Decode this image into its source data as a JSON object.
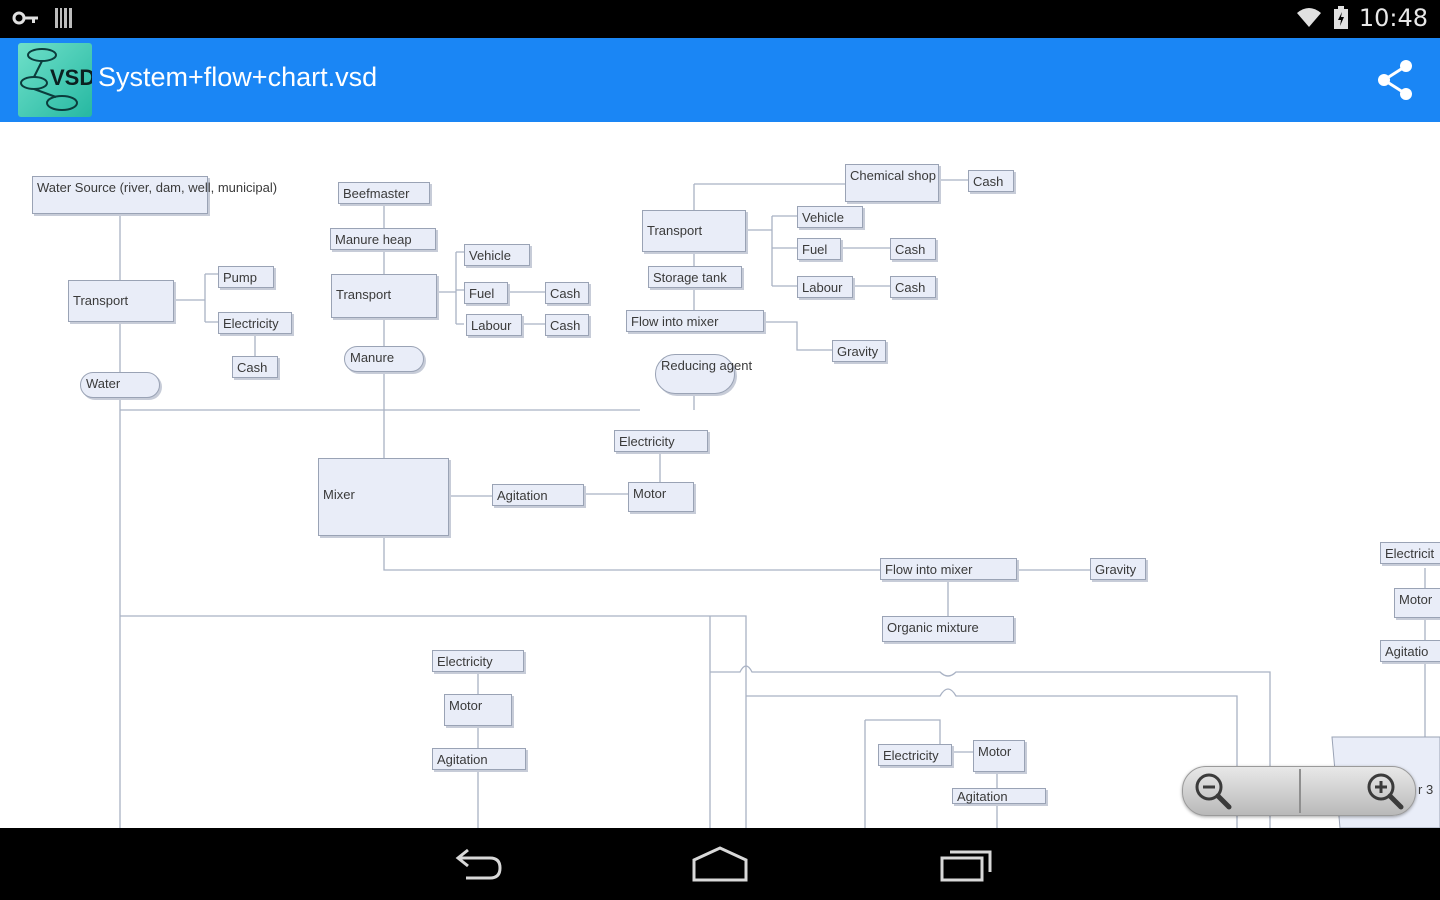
{
  "status_bar": {
    "time": "10:48",
    "icons": [
      "key-icon",
      "barcode-icon",
      "wifi-icon",
      "battery-icon"
    ]
  },
  "action_bar": {
    "logo_text": "VSD",
    "title": "System+flow+chart.vsd",
    "share_icon": "share-icon",
    "color": "#1a86f5"
  },
  "diagram": {
    "nodes": [
      {
        "id": "water-source",
        "label": "Water Source (river, dam, well, municipal)"
      },
      {
        "id": "transport-1",
        "label": "Transport"
      },
      {
        "id": "pump",
        "label": "Pump"
      },
      {
        "id": "electricity-1",
        "label": "Electricity"
      },
      {
        "id": "cash-1",
        "label": "Cash"
      },
      {
        "id": "water",
        "label": "Water"
      },
      {
        "id": "beefmaster",
        "label": "Beefmaster"
      },
      {
        "id": "manure-heap",
        "label": "Manure heap"
      },
      {
        "id": "transport-2",
        "label": "Transport"
      },
      {
        "id": "vehicle-1",
        "label": "Vehicle"
      },
      {
        "id": "fuel-1",
        "label": "Fuel"
      },
      {
        "id": "cash-2",
        "label": "Cash"
      },
      {
        "id": "labour-1",
        "label": "Labour"
      },
      {
        "id": "cash-3",
        "label": "Cash"
      },
      {
        "id": "manure",
        "label": "Manure"
      },
      {
        "id": "chemical-shop",
        "label": "Chemical shop"
      },
      {
        "id": "cash-4",
        "label": "Cash"
      },
      {
        "id": "transport-3",
        "label": "Transport"
      },
      {
        "id": "vehicle-2",
        "label": "Vehicle"
      },
      {
        "id": "fuel-2",
        "label": "Fuel"
      },
      {
        "id": "cash-5",
        "label": "Cash"
      },
      {
        "id": "labour-2",
        "label": "Labour"
      },
      {
        "id": "cash-6",
        "label": "Cash"
      },
      {
        "id": "storage-tank",
        "label": "Storage tank"
      },
      {
        "id": "flow-into-mixer-1",
        "label": "Flow into mixer"
      },
      {
        "id": "gravity-1",
        "label": "Gravity"
      },
      {
        "id": "reducing-agent",
        "label": "Reducing agent"
      },
      {
        "id": "electricity-2",
        "label": "Electricity"
      },
      {
        "id": "mixer",
        "label": "Mixer"
      },
      {
        "id": "agitation-1",
        "label": "Agitation"
      },
      {
        "id": "motor-1",
        "label": "Motor"
      },
      {
        "id": "flow-into-mixer-2",
        "label": "Flow into mixer"
      },
      {
        "id": "gravity-2",
        "label": "Gravity"
      },
      {
        "id": "organic-mixture",
        "label": "Organic mixture"
      },
      {
        "id": "electricity-3",
        "label": "Electricity"
      },
      {
        "id": "motor-2",
        "label": "Motor"
      },
      {
        "id": "agitation-2",
        "label": "Agitation"
      },
      {
        "id": "electricity-4",
        "label": "Electricity"
      },
      {
        "id": "motor-3",
        "label": "Motor"
      },
      {
        "id": "agitation-3",
        "label": "Agitation"
      },
      {
        "id": "electricity-5",
        "label": "Electricit"
      },
      {
        "id": "motor-4",
        "label": "Motor"
      },
      {
        "id": "agitation-4",
        "label": "Agitatio"
      }
    ]
  },
  "zoom": {
    "zoom_out_icon": "zoom-out-icon",
    "zoom_in_icon": "zoom-in-icon"
  },
  "nav_bar": {
    "icons": [
      "back-icon",
      "home-icon",
      "recent-apps-icon"
    ]
  }
}
